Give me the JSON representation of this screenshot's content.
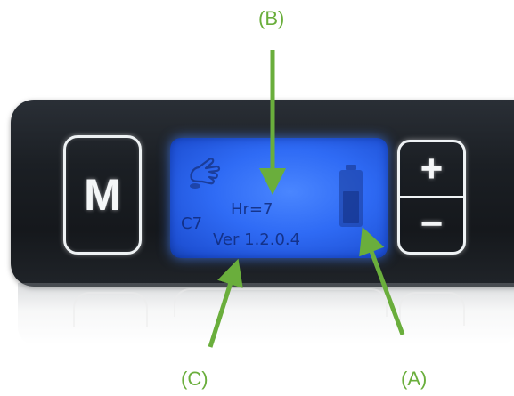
{
  "device": {
    "mode_button_label": "M",
    "plus_label": "+",
    "minus_label": "−"
  },
  "lcd": {
    "hours_text": "Hr=7",
    "code_text": "C7",
    "version_text": "Ver 1.2.0.4",
    "icons": [
      "hand-pointer-icon",
      "battery-icon"
    ]
  },
  "callouts": {
    "a": "(A)",
    "b": "(B)",
    "c": "(C)"
  },
  "colors": {
    "callout_green": "#6aae3c",
    "lcd_blue": "#2f6bf5",
    "panel_dark": "#1b1f24"
  }
}
